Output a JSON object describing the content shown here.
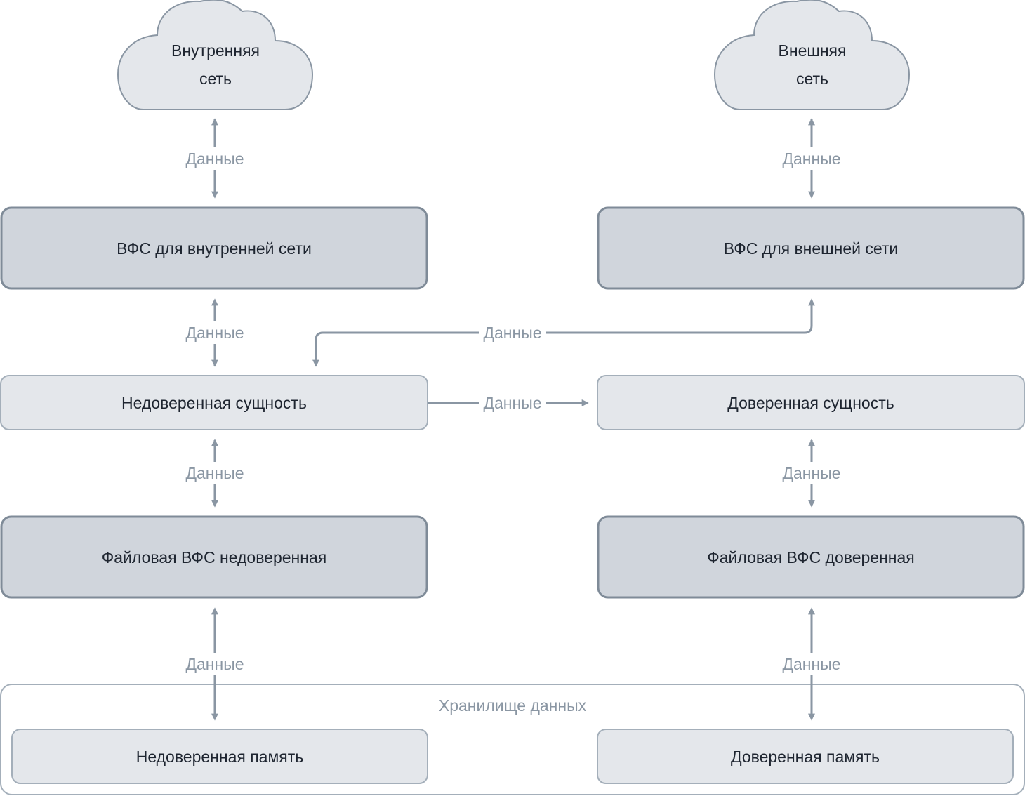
{
  "clouds": {
    "internal": {
      "line1": "Внутренняя",
      "line2": "сеть"
    },
    "external": {
      "line1": "Внешняя",
      "line2": "сеть"
    }
  },
  "nodes": {
    "vfs_internal": "ВФС для внутренней сети",
    "vfs_external": "ВФС для внешней сети",
    "untrusted_entity": "Недоверенная сущность",
    "trusted_entity": "Доверенная сущность",
    "file_vfs_untrusted": "Файловая ВФС недоверенная",
    "file_vfs_trusted": "Файловая ВФС доверенная",
    "untrusted_memory": "Недоверенная память",
    "trusted_memory": "Доверенная память"
  },
  "group": {
    "storage_label": "Хранилище данных"
  },
  "edge_label": "Данные",
  "colors": {
    "cloud_fill": "#e4e7eb",
    "cloud_stroke": "#8a96a3",
    "vfs_fill": "#d0d5dc",
    "vfs_stroke": "#7f8b98",
    "entity_fill": "#e4e7eb",
    "entity_stroke": "#a4afba",
    "arrow": "#8a96a3",
    "group_stroke": "#a4afba"
  }
}
